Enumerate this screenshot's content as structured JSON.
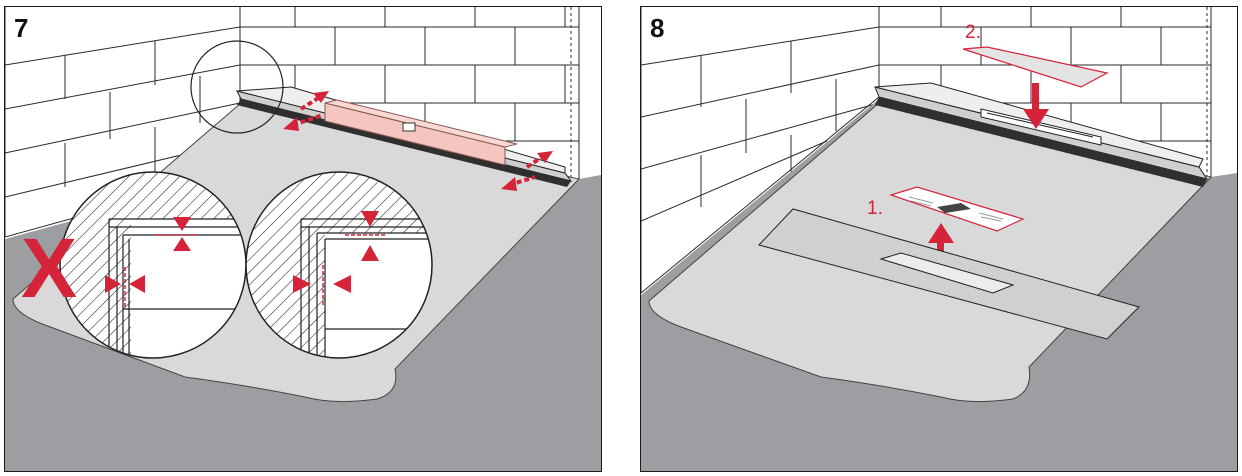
{
  "panels": [
    {
      "step": "7",
      "mark": "X"
    },
    {
      "step": "8",
      "labels": [
        "1.",
        "2."
      ]
    }
  ],
  "colors": {
    "accent_red": "#d5243a",
    "level_pink": "#f4c6bf",
    "floor_grey": "#9c9ea2",
    "membrane_grey": "#d9d9d9",
    "wall_line": "#2a2a2a"
  }
}
